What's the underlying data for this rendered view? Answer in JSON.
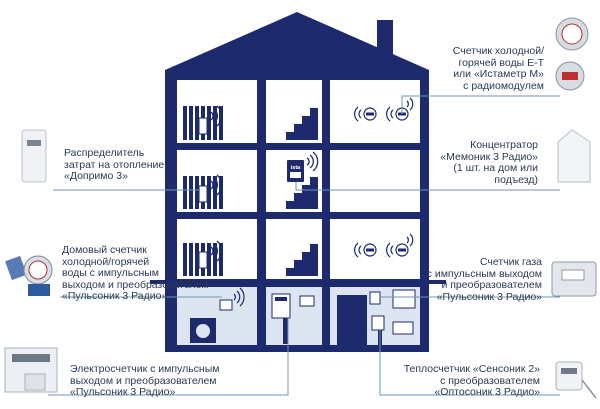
{
  "labels": {
    "distributor": "Распределитель\nзатрат на отопление\n«Допримо 3»",
    "house_water_meter": "Домовый счетчик\nхолодной/горячей\nводы с импульсным\nвыходом и преобразователем\n«Пульсоник 3 Радио»",
    "electricity_meter": "Электросчетчик с импульсным\nвыходом и преобразователем\n«Пульсоник 3 Радио»",
    "water_meter": "Счетчик холодной/\nгорячей воды Е-Т\nили «Истаметр М»\nс радиомодулем",
    "concentrator": "Концентратор\n«Мемоник 3 Радио»\n(1 шт. на дом или\nподъезд)",
    "gas_meter": "Счетчик газа\nс импульсным выходом\nи преобразователем\n«Пульсоник 3 Радио»",
    "heat_meter": "Теплосчетчик «Сенсоник 2»\nс преобразователем\n«Оптосоник 3 Радио»"
  },
  "badge_text": "ista",
  "colors": {
    "house": "#1e2a6e",
    "window": "#ffffff",
    "basement": "#dde6f0",
    "line": "#6f93b7",
    "text": "#2a3a55",
    "device": "#1e2a6e"
  }
}
